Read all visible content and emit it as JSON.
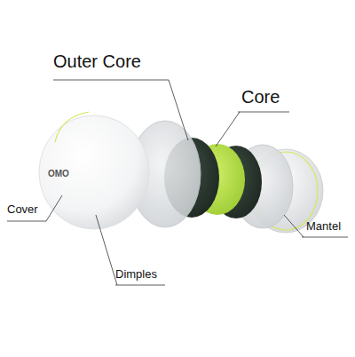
{
  "diagram": {
    "labels": [
      "Outer Core",
      "Core",
      "Cover",
      "Dimples",
      "Mantel",
      "OMO"
    ]
  }
}
